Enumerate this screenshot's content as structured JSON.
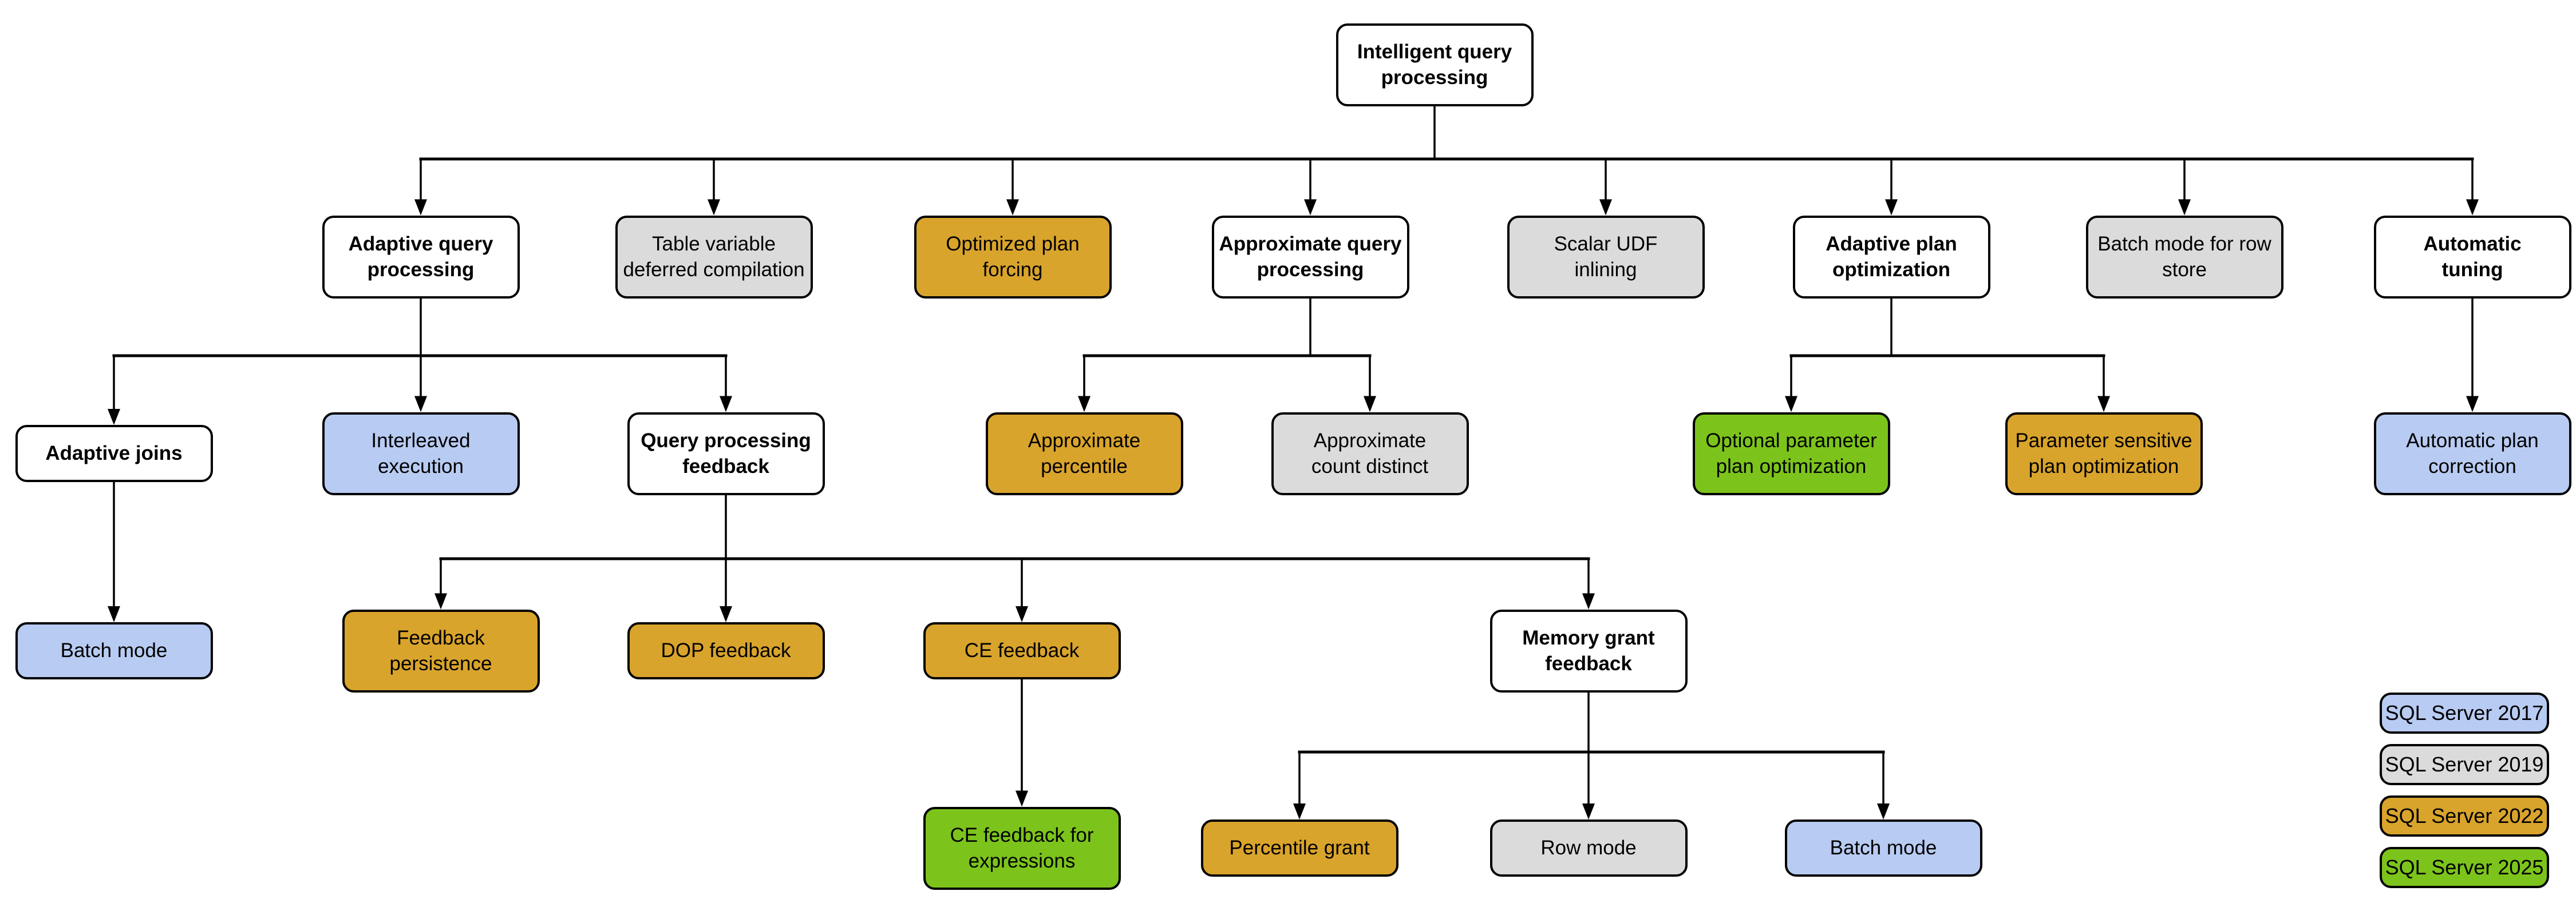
{
  "palette": {
    "white": "#FFFFFF",
    "gray": "#DBDBDB",
    "gold": "#D9A42C",
    "blue": "#B8CBF2",
    "green": "#7CC41C",
    "line": "#000000",
    "border": "#000000",
    "background": "#FFFFFF"
  },
  "nodes": [
    {
      "id": "root",
      "label": "Intelligent query processing",
      "color": "white"
    },
    {
      "id": "adaptive-query-processing",
      "label": "Adaptive query processing",
      "color": "white"
    },
    {
      "id": "table-variable-deferred-compilation",
      "label": "Table variable deferred compilation",
      "color": "gray"
    },
    {
      "id": "optimized-plan-forcing",
      "label": "Optimized plan forcing",
      "color": "gold"
    },
    {
      "id": "approximate-query-processing",
      "label": "Approximate query processing",
      "color": "white"
    },
    {
      "id": "scalar-udf-inlining",
      "label": "Scalar UDF inlining",
      "color": "gray"
    },
    {
      "id": "adaptive-plan-optimization",
      "label": "Adaptive plan optimization",
      "color": "white"
    },
    {
      "id": "batch-mode-for-row-store",
      "label": "Batch mode for row store",
      "color": "gray"
    },
    {
      "id": "automatic-tuning",
      "label": "Automatic tuning",
      "color": "white"
    },
    {
      "id": "adaptive-joins",
      "label": "Adaptive joins",
      "color": "white"
    },
    {
      "id": "interleaved-execution",
      "label": "Interleaved execution",
      "color": "blue"
    },
    {
      "id": "query-processing-feedback",
      "label": "Query processing feedback",
      "color": "white"
    },
    {
      "id": "approximate-percentile",
      "label": "Approximate percentile",
      "color": "gold"
    },
    {
      "id": "approximate-count-distinct",
      "label": "Approximate count distinct",
      "color": "gray"
    },
    {
      "id": "optional-parameter-plan-optimization",
      "label": "Optional parameter plan optimization",
      "color": "green"
    },
    {
      "id": "parameter-sensitive-plan-optimization",
      "label": "Parameter sensitive plan optimization",
      "color": "gold"
    },
    {
      "id": "automatic-plan-correction",
      "label": "Automatic plan correction",
      "color": "blue"
    },
    {
      "id": "batch-mode-adaptive-joins",
      "label": "Batch mode",
      "color": "blue"
    },
    {
      "id": "feedback-persistence",
      "label": "Feedback persistence",
      "color": "gold"
    },
    {
      "id": "dop-feedback",
      "label": "DOP feedback",
      "color": "gold"
    },
    {
      "id": "ce-feedback",
      "label": "CE feedback",
      "color": "gold"
    },
    {
      "id": "memory-grant-feedback",
      "label": "Memory grant feedback",
      "color": "white"
    },
    {
      "id": "ce-feedback-for-expressions",
      "label": "CE feedback for expressions",
      "color": "green"
    },
    {
      "id": "percentile-grant",
      "label": "Percentile grant",
      "color": "gold"
    },
    {
      "id": "row-mode",
      "label": "Row mode",
      "color": "gray"
    },
    {
      "id": "batch-mode-memory-grant",
      "label": "Batch mode",
      "color": "blue"
    }
  ],
  "edges": [
    {
      "parent": "root",
      "children": [
        "adaptive-query-processing",
        "table-variable-deferred-compilation",
        "optimized-plan-forcing",
        "approximate-query-processing",
        "scalar-udf-inlining",
        "adaptive-plan-optimization",
        "batch-mode-for-row-store",
        "automatic-tuning"
      ]
    },
    {
      "parent": "adaptive-query-processing",
      "children": [
        "adaptive-joins",
        "interleaved-execution",
        "query-processing-feedback"
      ]
    },
    {
      "parent": "approximate-query-processing",
      "children": [
        "approximate-percentile",
        "approximate-count-distinct"
      ]
    },
    {
      "parent": "adaptive-plan-optimization",
      "children": [
        "optional-parameter-plan-optimization",
        "parameter-sensitive-plan-optimization"
      ]
    },
    {
      "parent": "automatic-tuning",
      "children": [
        "automatic-plan-correction"
      ]
    },
    {
      "parent": "adaptive-joins",
      "children": [
        "batch-mode-adaptive-joins"
      ]
    },
    {
      "parent": "query-processing-feedback",
      "children": [
        "feedback-persistence",
        "dop-feedback",
        "ce-feedback",
        "memory-grant-feedback"
      ]
    },
    {
      "parent": "ce-feedback",
      "children": [
        "ce-feedback-for-expressions"
      ]
    },
    {
      "parent": "memory-grant-feedback",
      "children": [
        "percentile-grant",
        "row-mode",
        "batch-mode-memory-grant"
      ]
    }
  ],
  "legend": {
    "items": [
      {
        "label": "SQL Server 2017",
        "color": "blue"
      },
      {
        "label": "SQL Server 2019",
        "color": "gray"
      },
      {
        "label": "SQL Server 2022",
        "color": "gold"
      },
      {
        "label": "SQL Server 2025",
        "color": "green"
      }
    ]
  }
}
